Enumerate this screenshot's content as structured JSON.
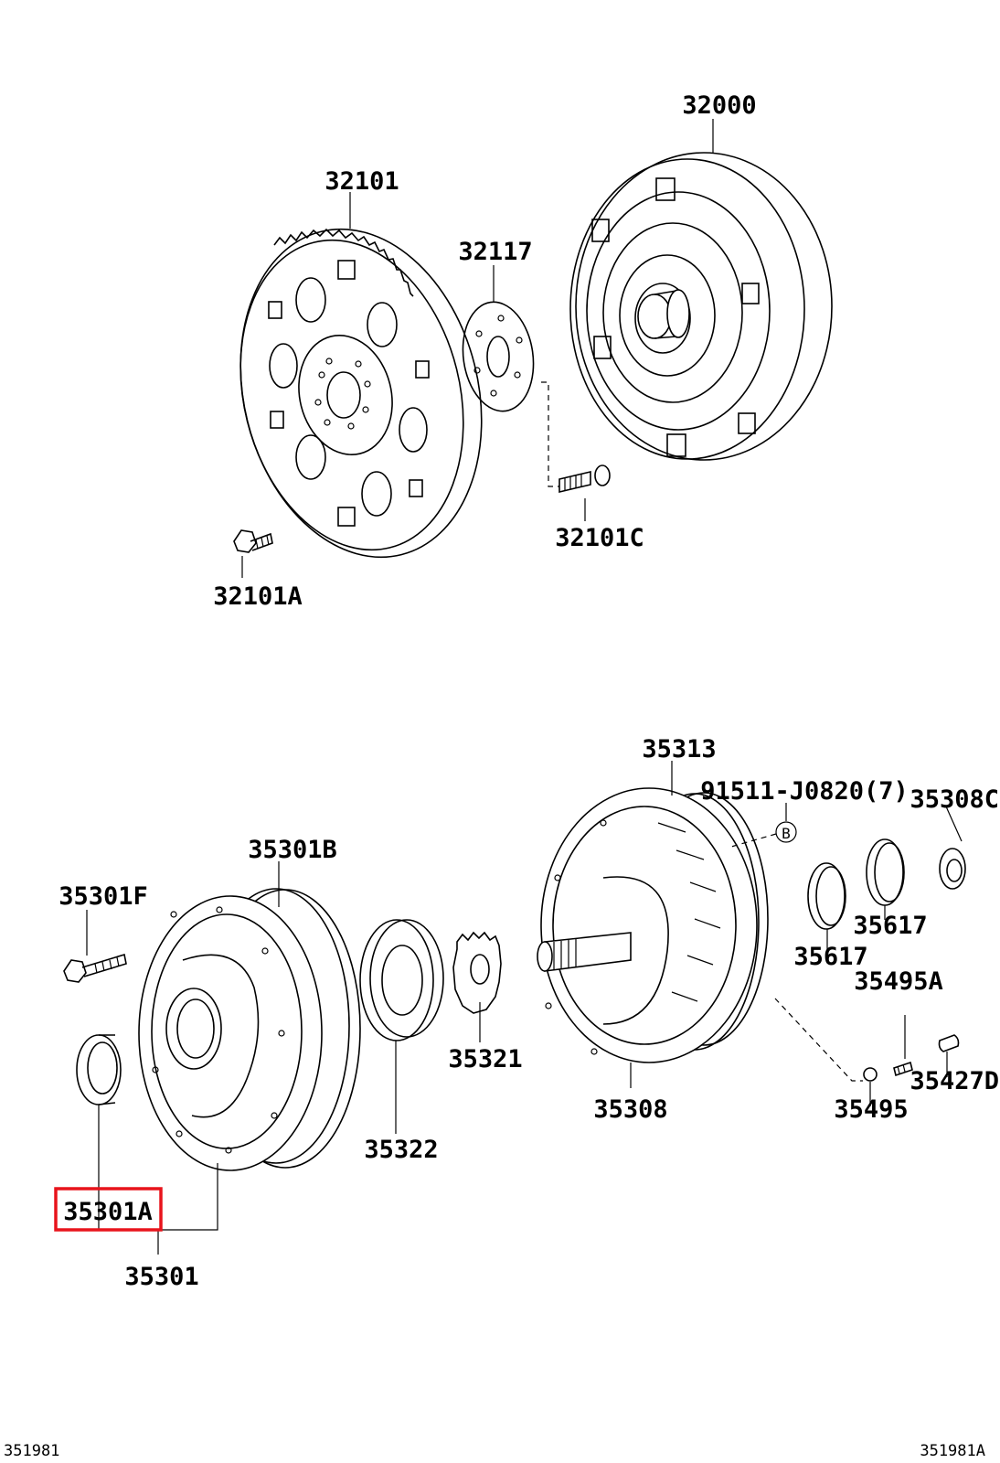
{
  "labels": {
    "p32000": "32000",
    "p32101": "32101",
    "p32117": "32117",
    "p32101C": "32101C",
    "p32101A": "32101A",
    "p35313": "35313",
    "p91511": "91511-J0820(7)",
    "p35308C": "35308C",
    "p35301B": "35301B",
    "p35301F": "35301F",
    "p35617a": "35617",
    "p35617b": "35617",
    "p35495A": "35495A",
    "p35321": "35321",
    "p35427D": "35427D",
    "p35308": "35308",
    "p35495": "35495",
    "p35322": "35322",
    "p35301A": "35301A",
    "p35301": "35301",
    "ref_b": "B"
  },
  "highlighted_part": "35301A",
  "highlight_color": "#e8141c",
  "footer": {
    "left": "351981",
    "right": "351981A"
  }
}
